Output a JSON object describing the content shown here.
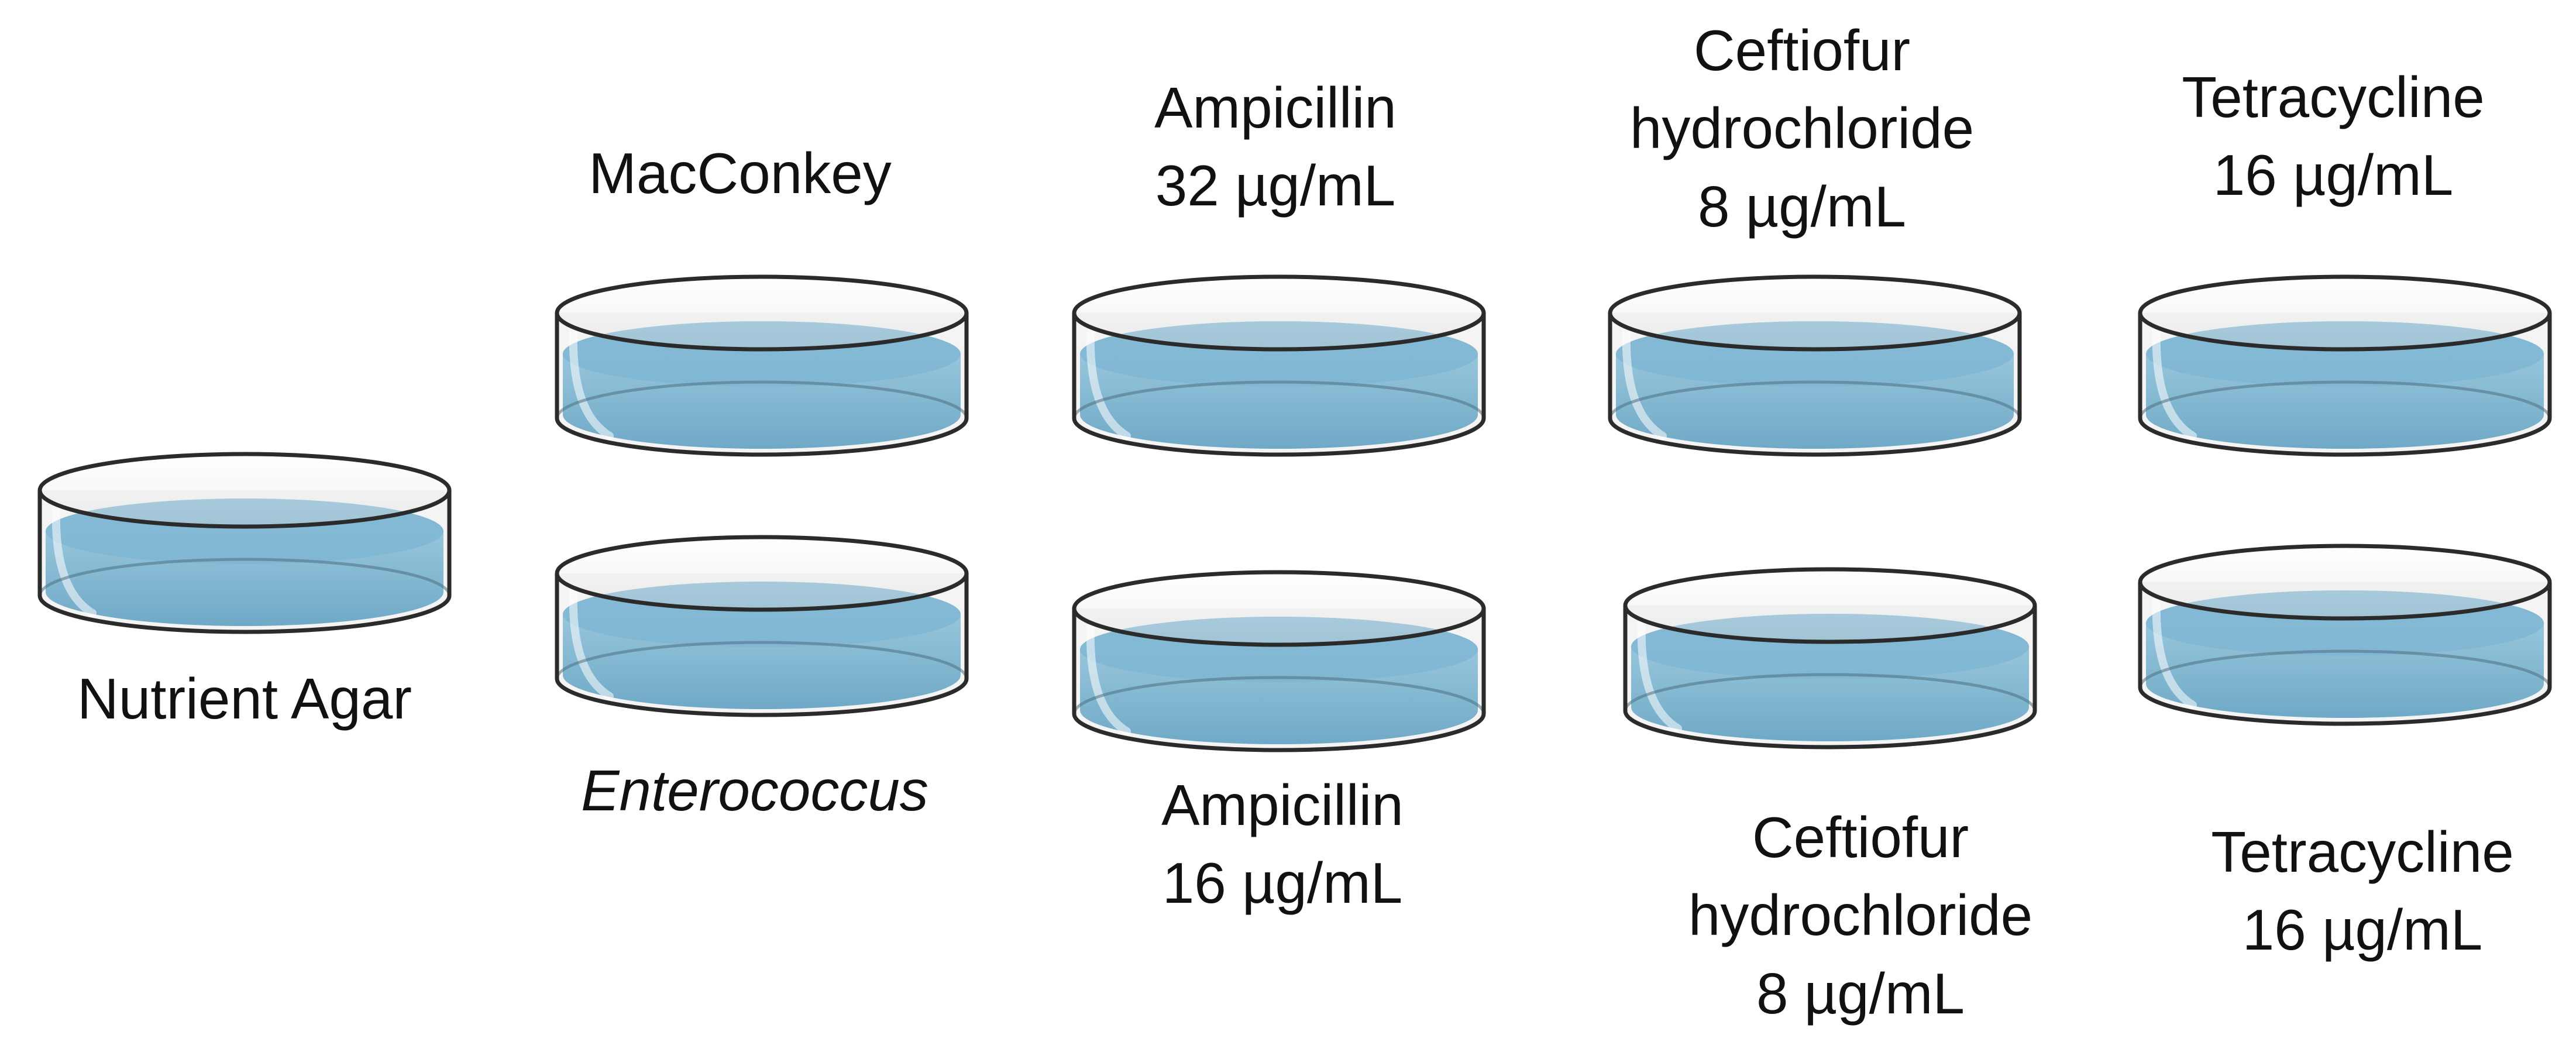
{
  "colors": {
    "background": "#ffffff",
    "outline": "#2b2b2b",
    "glass": "#f4f4f4",
    "agar_light": "#a6d0e2",
    "agar_dark": "#6fa9c7",
    "agar_surface": "#7fb6d2"
  },
  "dishes": [
    {
      "id": "nutrient-agar",
      "label_lines": [
        "Nutrient Agar"
      ],
      "italic": false,
      "label_position": "below"
    },
    {
      "id": "macconkey",
      "label_lines": [
        "MacConkey"
      ],
      "italic": false,
      "label_position": "above"
    },
    {
      "id": "enterococcus",
      "label_lines": [
        "Enterococcus"
      ],
      "italic": true,
      "label_position": "below"
    },
    {
      "id": "ampicillin-32",
      "label_lines": [
        "Ampicillin",
        "32 µg/mL"
      ],
      "italic": false,
      "label_position": "above"
    },
    {
      "id": "ampicillin-16",
      "label_lines": [
        "Ampicillin",
        "16 µg/mL"
      ],
      "italic": false,
      "label_position": "below"
    },
    {
      "id": "ceftiofur-top",
      "label_lines": [
        "Ceftiofur",
        "hydrochloride",
        "8 µg/mL"
      ],
      "italic": false,
      "label_position": "above"
    },
    {
      "id": "ceftiofur-bottom",
      "label_lines": [
        "Ceftiofur",
        "hydrochloride",
        "8 µg/mL"
      ],
      "italic": false,
      "label_position": "below"
    },
    {
      "id": "tetracycline-top",
      "label_lines": [
        "Tetracycline",
        "16 µg/mL"
      ],
      "italic": false,
      "label_position": "above"
    },
    {
      "id": "tetracycline-bottom",
      "label_lines": [
        "Tetracycline",
        "16 µg/mL"
      ],
      "italic": false,
      "label_position": "below"
    }
  ]
}
